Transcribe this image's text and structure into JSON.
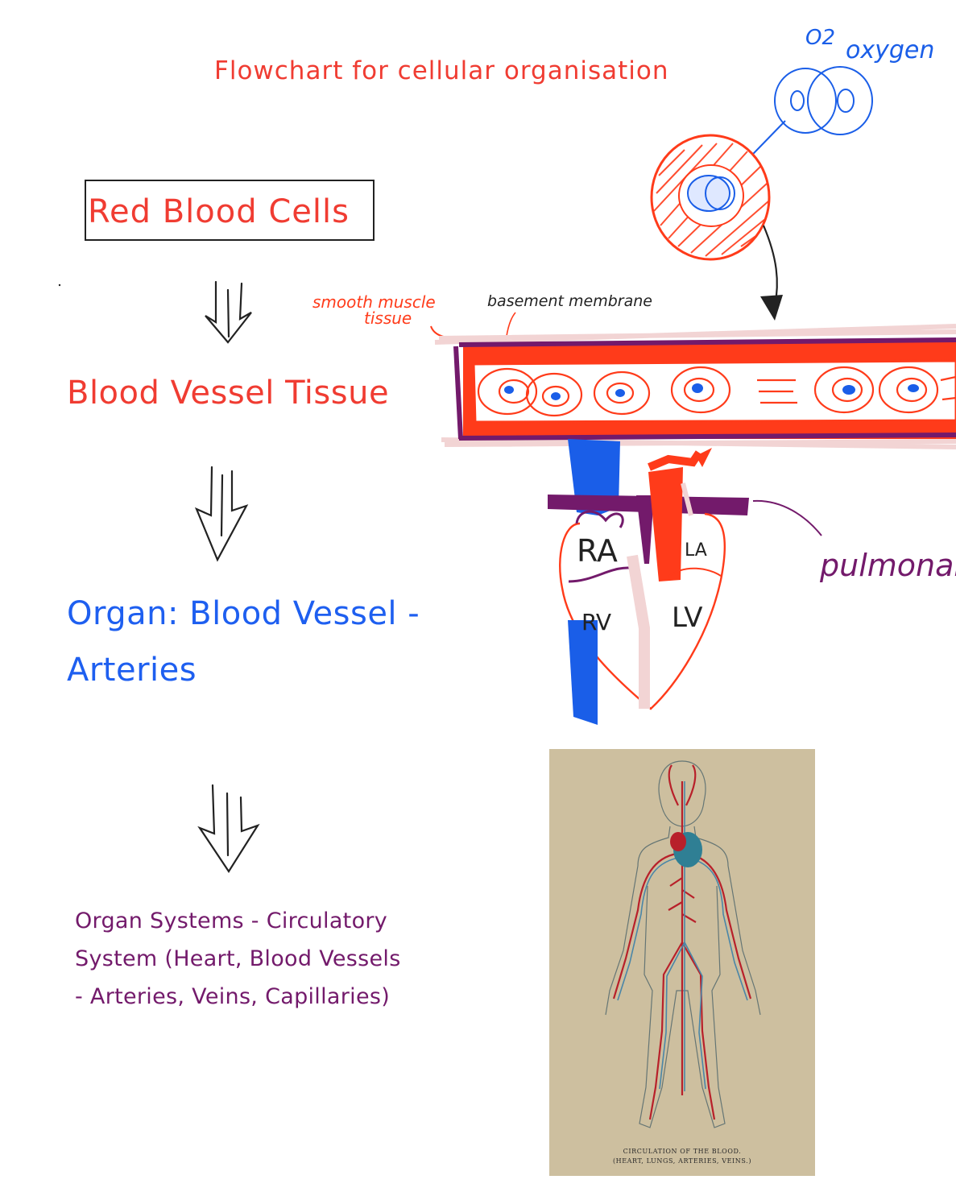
{
  "title": "Flowchart for cellular organisation",
  "steps": {
    "cells": "Red Blood Cells",
    "tissue": "Blood Vessel Tissue",
    "organ_line1": "Organ: Blood Vessel -",
    "organ_line2": "Arteries",
    "system_line1": "Organ Systems - Circulatory",
    "system_line2": "System (Heart, Blood Vessels",
    "system_line3": "- Arteries, Veins, Capillaries)"
  },
  "annotations": {
    "oxygen_symbol": "O2",
    "oxygen_word": "oxygen",
    "smooth_muscle_line1": "smooth muscle",
    "smooth_muscle_line2": "tissue",
    "basement_membrane": "basement membrane",
    "pulmonary": "pulmonary",
    "heart_ra": "RA",
    "heart_la": "LA",
    "heart_rv": "RV",
    "heart_lv": "LV"
  },
  "illustration": {
    "caption_line1": "CIRCULATION OF THE BLOOD.",
    "caption_line2": "(HEART, LUNGS, ARTERIES, VEINS.)"
  },
  "colors": {
    "red": "#f03c32",
    "blue": "#1e5ff0",
    "purple": "#731a6b",
    "orange_red": "#ff3b1a",
    "sketch_blue": "#1a5ee8",
    "pink": "#f2d4d4",
    "dark": "#222222"
  }
}
